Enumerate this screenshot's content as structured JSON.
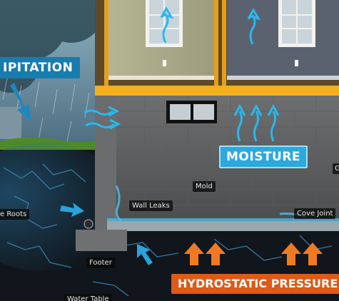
{
  "labels": {
    "precipitation": "IPITATION",
    "moisture": "MOISTURE",
    "hydrostatic_pressure": "HYDROSTATIC PRESSURE"
  },
  "callouts": {
    "mold": "Mold",
    "wall_leaks": "Wall Leaks",
    "cove_joint": "Cove Joint",
    "roots": "e Roots",
    "footer": "Footer",
    "water_table": "Water Table",
    "edge_fragment": "G"
  },
  "colors": {
    "precipitation_label": "#177cae",
    "moisture_label": "#2ba9de",
    "hydrostatic_label": "#de5a16",
    "water_arrows": "#29b8ee",
    "pressure_arrows": "#f07a23",
    "floor_joist": "#f2b01e",
    "soil": "#10161c",
    "grass": "#4f8a2a"
  },
  "icons": [
    "rain-arrow-icon",
    "air-flow-icon",
    "moisture-arrow-icon",
    "pressure-arrow-icon",
    "seepage-arrow-icon"
  ]
}
